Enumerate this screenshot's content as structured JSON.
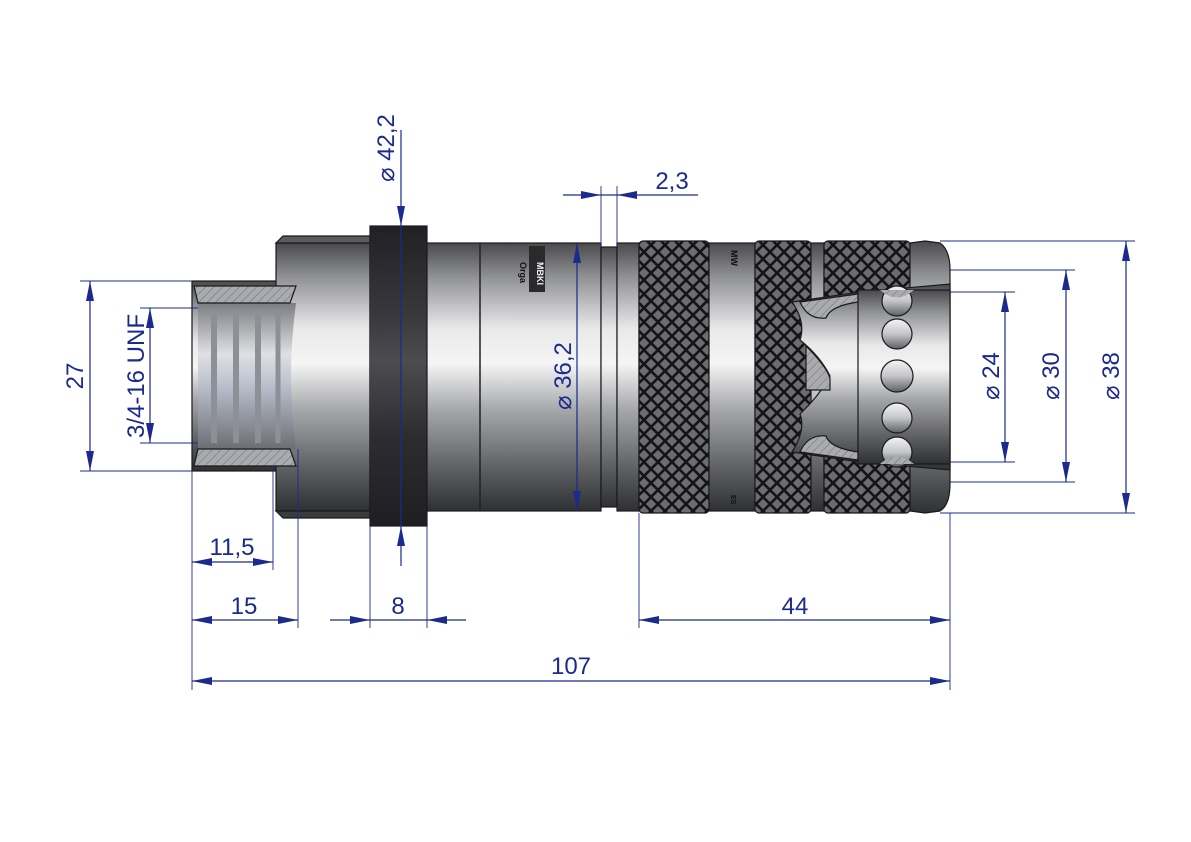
{
  "drawing": {
    "subject": "quick coupling socket with 3/4-16 UNF female thread",
    "dimensions": {
      "overall_length": "107",
      "thread_length": "15",
      "thread_depth": "11,5",
      "flange_width": "8",
      "knurled_sleeve_length": "44",
      "groove_width": "2,3",
      "thread_size": "3/4-16 UNF",
      "thread_height": "27",
      "flange_diameter": "⌀ 42,2",
      "body_diameter": "⌀ 36,2",
      "bore_diameter": "⌀ 24",
      "inner_diameter": "⌀ 30",
      "sleeve_diameter": "⌀ 38"
    },
    "markings": {
      "brand": "MBKI",
      "sub": "Orga",
      "sleeve_mark": "MW",
      "small_mark": "ES"
    },
    "colors": {
      "dimension": "#1b2a8c",
      "metal_light": "#f2f2f2",
      "metal_dark": "#3a3a3a",
      "flange": "#1e1e22",
      "section_hatch": "#a9abb0"
    }
  }
}
